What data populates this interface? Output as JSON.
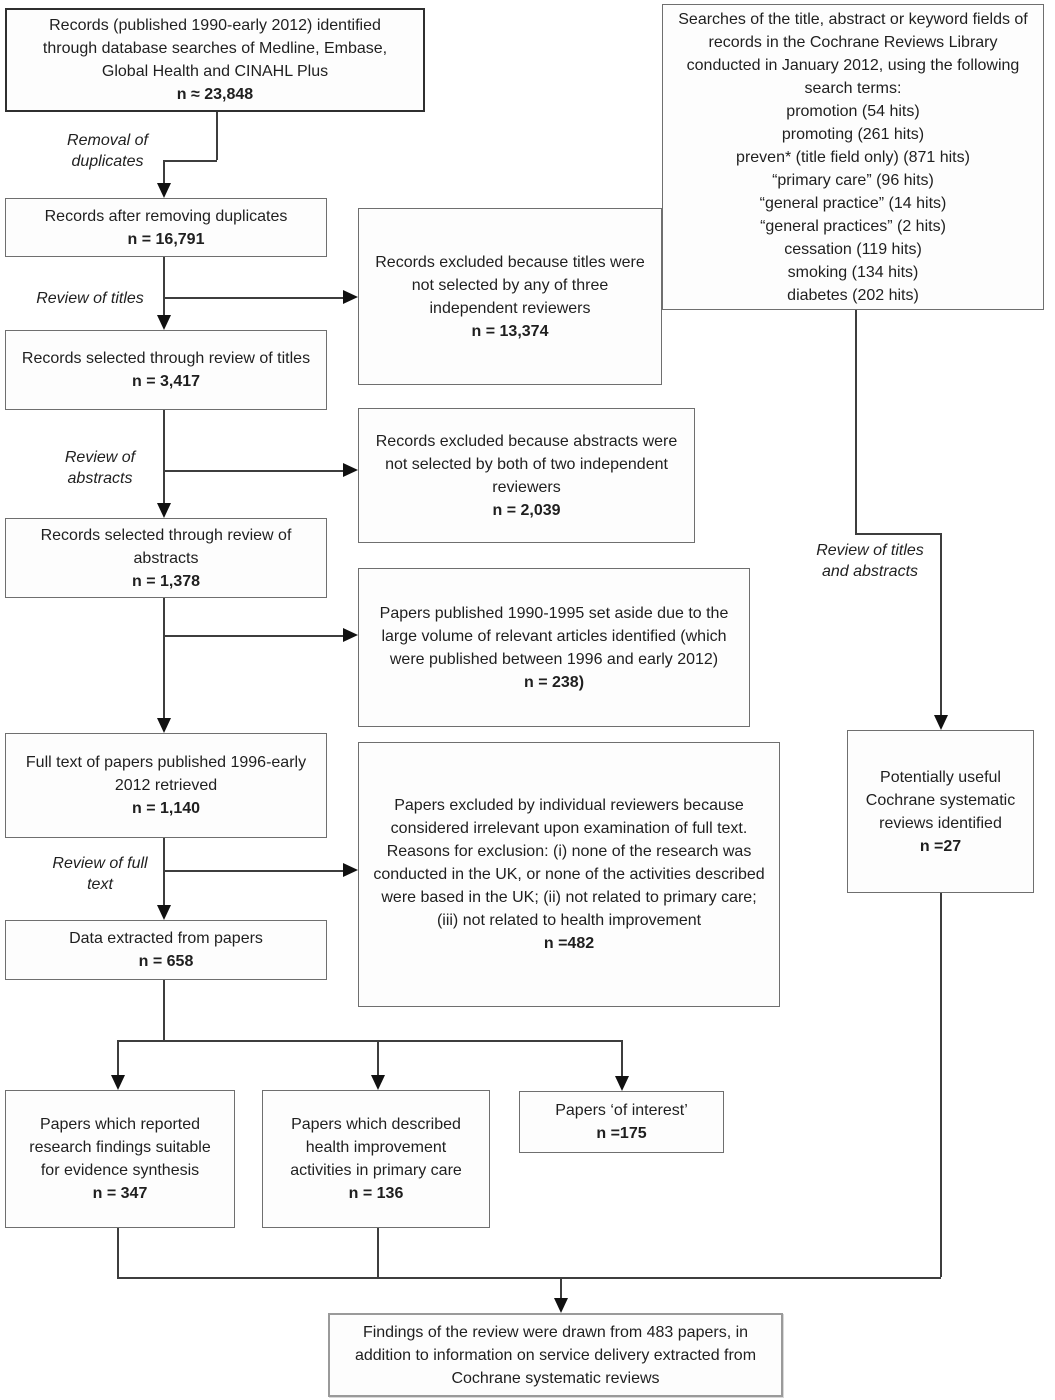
{
  "colors": {
    "box_border": "#6f6f6f",
    "connector": "#3d3d3d",
    "text": "#1f1f1f"
  },
  "boxes": {
    "identified": {
      "text": "Records (published 1990-early 2012) identified through database searches of Medline, Embase, Global Health and CINAHL Plus",
      "n": "n ≈ 23,848"
    },
    "search": {
      "intro": "Searches of the title, abstract or keyword fields of records in the Cochrane Reviews Library conducted in January 2012, using the following search terms:",
      "terms": [
        "promotion (54 hits)",
        "promoting (261 hits)",
        "preven* (title field only) (871 hits)",
        "“primary care” (96 hits)",
        "“general practice” (14 hits)",
        "“general practices” (2 hits)",
        "cessation (119 hits)",
        "smoking (134 hits)",
        "diabetes (202 hits)"
      ]
    },
    "after_duplicates": {
      "text": "Records after removing duplicates",
      "n": "n = 16,791"
    },
    "titles_selected": {
      "text": "Records selected through review of titles",
      "n": "n = 3,417"
    },
    "titles_excluded": {
      "text": "Records excluded because titles were not selected by any of three independent reviewers",
      "n": "n = 13,374"
    },
    "abstracts_selected": {
      "text": "Records selected through review of abstracts",
      "n": "n = 1,378"
    },
    "abstracts_excluded": {
      "text": "Records excluded because abstracts were not selected by both of two independent reviewers",
      "n": "n = 2,039"
    },
    "set_aside": {
      "text": "Papers published 1990-1995 set aside due to the large volume of relevant articles identified (which were published between 1996 and early 2012)",
      "n": "n = 238)"
    },
    "fulltext": {
      "text": "Full text of papers published 1996-early 2012 retrieved",
      "n": "n = 1,140"
    },
    "fulltext_excluded": {
      "text": "Papers excluded by individual reviewers because considered irrelevant upon examination of full text. Reasons for exclusion: (i) none of the research was conducted in the UK, or none of the activities described were based in the UK; (ii) not related to primary care; (iii) not related to health improvement",
      "n": "n =482"
    },
    "data_extracted": {
      "text": "Data extracted from papers",
      "n": "n = 658"
    },
    "evidence_synthesis": {
      "text": "Papers which reported research findings suitable for evidence synthesis",
      "n": "n = 347"
    },
    "health_activities": {
      "text": "Papers which described health improvement activities in primary care",
      "n": "n = 136"
    },
    "of_interest": {
      "text": "Papers ‘of interest’",
      "n": "n =175"
    },
    "cochrane_reviews": {
      "text": "Potentially useful Cochrane systematic reviews identified",
      "n": "n =27"
    },
    "findings": {
      "text": "Findings of the review were drawn from 483 papers, in addition to information on service delivery extracted from Cochrane systematic reviews"
    }
  },
  "labels": {
    "removal": "Removal of duplicates",
    "titles": "Review of titles",
    "abstracts": "Review of abstracts",
    "fulltext": "Review of full text",
    "titles_abstracts": "Review of titles and abstracts"
  }
}
